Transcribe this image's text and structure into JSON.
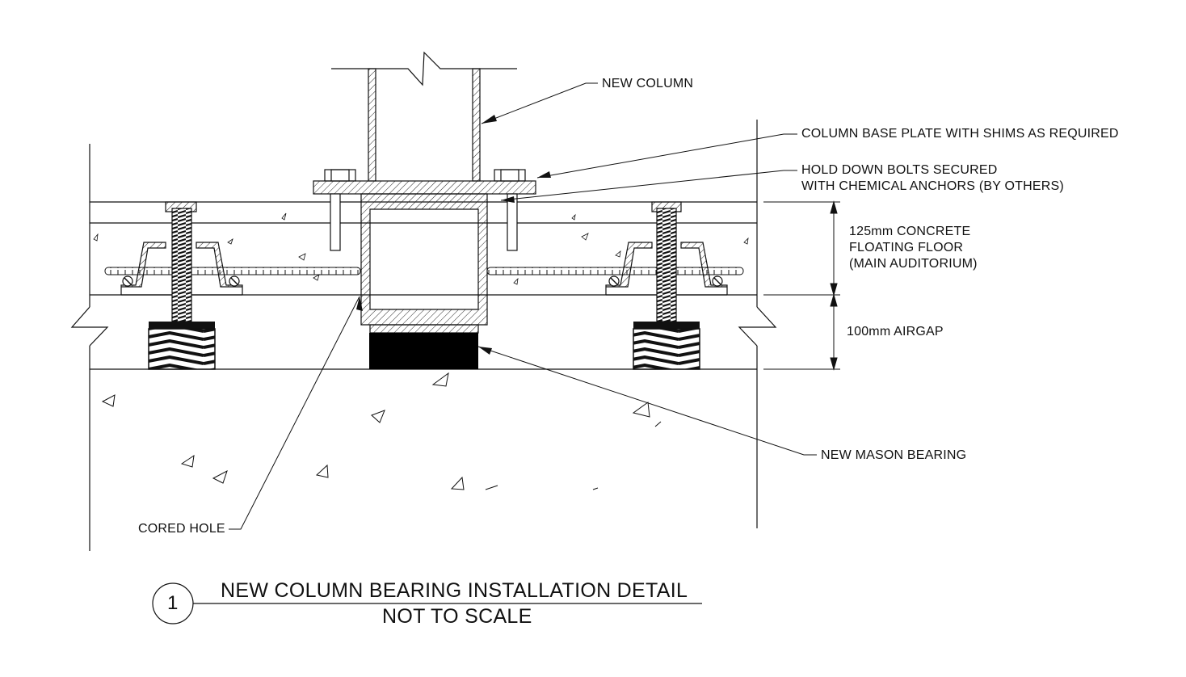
{
  "labels": {
    "new_column": "NEW COLUMN",
    "base_plate": "COLUMN BASE PLATE WITH SHIMS AS REQUIRED",
    "bolts_line1": "HOLD DOWN BOLTS SECURED",
    "bolts_line2": "WITH CHEMICAL ANCHORS (BY OTHERS)",
    "floor_line1": "125mm CONCRETE",
    "floor_line2": "FLOATING FLOOR",
    "floor_line3": "(MAIN AUDITORIUM)",
    "airgap": "100mm AIRGAP",
    "mason_bearing": "NEW MASON BEARING",
    "cored_hole": "CORED HOLE"
  },
  "title_block": {
    "detail_number": "1",
    "title": "NEW COLUMN BEARING INSTALLATION DETAIL",
    "scale_note": "NOT TO SCALE"
  }
}
